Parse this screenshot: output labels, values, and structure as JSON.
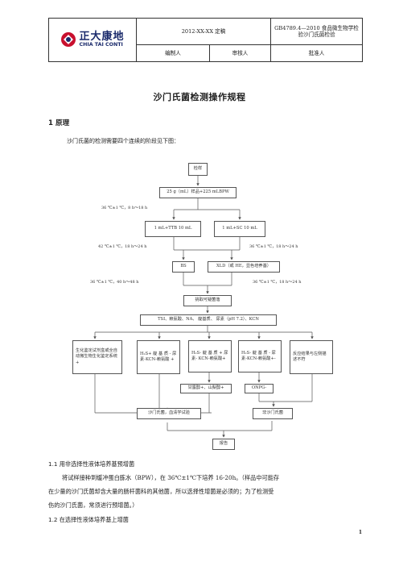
{
  "header": {
    "company_cn": "正大康地",
    "company_en": "CHIA TAI CONTI",
    "draft": "2012-XX-XX 定稿",
    "standard": "GB4789.4—2010 食品微生物学检验沙门氏菌检验",
    "editor_label": "编制人",
    "reviewer_label": "审核人",
    "approver_label": "批准人"
  },
  "doc": {
    "title": "沙门氏菌检测操作规程",
    "section1": "1  原理",
    "intro": "沙门氏菌的检测需要四个连续的阶段见下图：",
    "s11_heading": "1.1  用非选择性液体培养基预增菌",
    "s11_text1": "将试样接种到缓冲蛋白胨水（BPW），在 36℃±1℃下培养 16-20h。（样品中可能存",
    "s11_text2": "在少量的沙门氏菌却含大量的肠杆菌科的其他菌，所以选择性增菌是必须的；为了检测受",
    "s11_text3": "伤的沙门氏菌，常须进行预增菌。）",
    "s12_heading": "1.2  在选择性液体培养基上增菌",
    "page_number": "1"
  },
  "flow": {
    "sample": "检样",
    "bpw": "25 g（mL）样品+225 mLBPW",
    "cond1": "36 ℃±1 ℃，8 h～18 h",
    "ttb": "1 mL+TTB 10 mL",
    "sc": "1 mL+SC 10 mL",
    "cond_ttb": "42 ℃±1 ℃，18 h～24 h",
    "cond_sc": "36 ℃±1 ℃，18 h～24 h",
    "bs": "BS",
    "xld": "XLD（或 HE，显色培养基）",
    "cond_bs": "36 ℃±1 ℃，40 h～48 h",
    "cond_xld": "36 ℃±1 ℃，18 h～24 h",
    "pick": "挑取可疑菌落",
    "media": "TSI、赖氨酸、NA、 靛基质、 尿素（pH 7.2）、KCN",
    "b1": "生化鉴定试剂盒或全自动微生物生化鉴定系统+",
    "b2": "H₂S+ 靛 基 质 - 尿素-KCN-赖氨酸 +",
    "b3": "H₂S- 靛 基 质 + 尿素- KCN-赖氨酸+",
    "b4": "H₂S- 靛 基 质 - 尿素-KCN-赖氨酸+-",
    "b5": "反应结果与左侧描述不符",
    "sweet": "甘露醇+、山梨醇+",
    "onpg": "ONPG-",
    "salmonella": "沙门氏菌，血清学试验",
    "non": "非沙门氏菌",
    "report": "报告"
  }
}
